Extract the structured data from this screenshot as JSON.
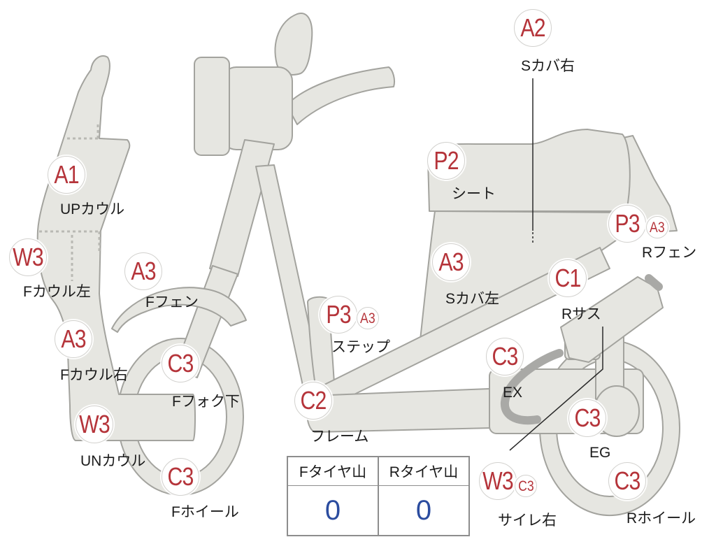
{
  "colors": {
    "grade_text": "#b5343a",
    "value_text": "#2b4c9f",
    "body_fill": "#e6e6e1",
    "body_stroke": "#a3a39e"
  },
  "parts": [
    {
      "grade": "A2",
      "label": "Sカバ右"
    },
    {
      "grade": "A1",
      "label": "UPカウル"
    },
    {
      "grade": "W3",
      "label": "Fカウル左"
    },
    {
      "grade": "A3",
      "label": "Fフェン"
    },
    {
      "grade": "A3",
      "label": "Fカウル右"
    },
    {
      "grade": "C3",
      "label": "Fフォク下"
    },
    {
      "grade": "W3",
      "label": "UNカウル"
    },
    {
      "grade": "C3",
      "label": "Fホイール"
    },
    {
      "grade": "P2",
      "label": "シート"
    },
    {
      "grade": "P3",
      "sub_grade": "A3",
      "label": "Rフェン"
    },
    {
      "grade": "A3",
      "label": "Sカバ左"
    },
    {
      "grade": "P3",
      "sub_grade": "A3",
      "label": "ステップ"
    },
    {
      "grade": "C1",
      "label": "Rサス"
    },
    {
      "grade": "C3",
      "label": "EX"
    },
    {
      "grade": "C2",
      "label": "フレーム"
    },
    {
      "grade": "C3",
      "label": "EG"
    },
    {
      "grade": "W3",
      "sub_grade": "C3",
      "label": "サイレ右"
    },
    {
      "grade": "C3",
      "label": "Rホイール"
    }
  ],
  "tire_table": {
    "headers": [
      "Fタイヤ山",
      "Rタイヤ山"
    ],
    "values": [
      "0",
      "0"
    ]
  }
}
